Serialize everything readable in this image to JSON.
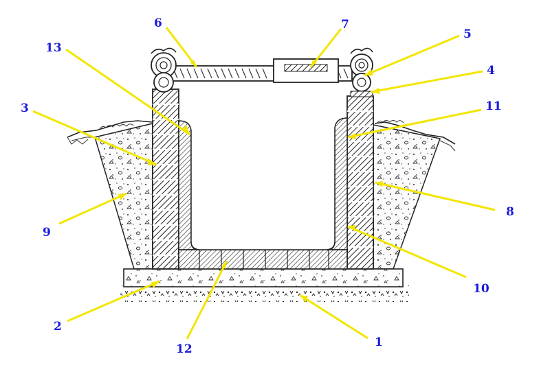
{
  "diagram": {
    "callouts": [
      {
        "id": "c1",
        "text": "1"
      },
      {
        "id": "c2",
        "text": "2"
      },
      {
        "id": "c3",
        "text": "3"
      },
      {
        "id": "c4",
        "text": "4"
      },
      {
        "id": "c5",
        "text": "5"
      },
      {
        "id": "c6",
        "text": "6"
      },
      {
        "id": "c7",
        "text": "7"
      },
      {
        "id": "c8",
        "text": "8"
      },
      {
        "id": "c9",
        "text": "9"
      },
      {
        "id": "c10",
        "text": "10"
      },
      {
        "id": "c11",
        "text": "11"
      },
      {
        "id": "c12",
        "text": "12"
      },
      {
        "id": "c13",
        "text": "13"
      }
    ],
    "colors": {
      "label": "#1a1adb",
      "leader": "#f2e600",
      "ink": "#222222",
      "background": "#ffffff"
    }
  }
}
